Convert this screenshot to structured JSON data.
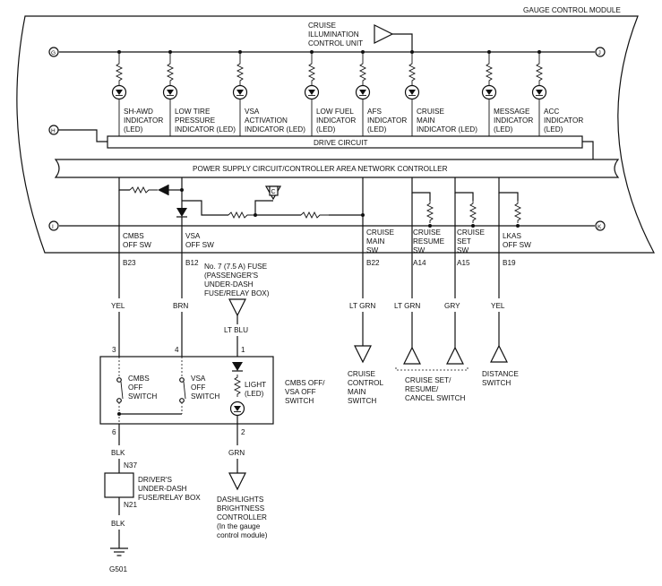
{
  "module_title": "GAUGE CONTROL MODULE",
  "illumination_unit": [
    "CRUISE",
    "ILLUMINATION",
    "CONTROL UNIT"
  ],
  "terminals": {
    "g": "G",
    "h": "H",
    "i": "I",
    "j": "J",
    "k": "K",
    "c": "C"
  },
  "indicators": [
    {
      "lines": [
        "SH-AWD",
        "INDICATOR",
        "(LED)"
      ]
    },
    {
      "lines": [
        "LOW TIRE",
        "PRESSURE",
        "INDICATOR (LED)"
      ]
    },
    {
      "lines": [
        "VSA",
        "ACTIVATION",
        "INDICATOR (LED)"
      ]
    },
    {
      "lines": [
        "LOW FUEL",
        "INDICATOR",
        "(LED)"
      ]
    },
    {
      "lines": [
        "AFS",
        "INDICATOR",
        "(LED)"
      ]
    },
    {
      "lines": [
        "CRUISE",
        "MAIN",
        "INDICATOR (LED)"
      ]
    },
    {
      "lines": [
        "MESSAGE",
        "INDICATOR",
        "(LED)"
      ]
    },
    {
      "lines": [
        "ACC",
        "INDICATOR",
        "(LED)"
      ]
    }
  ],
  "drive_circuit": "DRIVE CIRCUIT",
  "power_supply": "POWER SUPPLY CIRCUIT/CONTROLLER AREA NETWORK CONTROLLER",
  "switch_inputs": [
    {
      "lines": [
        "CMBS",
        "OFF SW"
      ],
      "pin": "B23",
      "wire": "YEL"
    },
    {
      "lines": [
        "VSA",
        "OFF SW"
      ],
      "pin": "B12",
      "wire": "BRN"
    },
    {
      "lines": [
        "CRUISE",
        "MAIN",
        "SW"
      ],
      "pin": "B22",
      "wire": "LT GRN"
    },
    {
      "lines": [
        "CRUISE",
        "RESUME",
        "SW"
      ],
      "pin": "A14",
      "wire": "LT GRN"
    },
    {
      "lines": [
        "CRUISE",
        "SET",
        "SW"
      ],
      "pin": "A15",
      "wire": "GRY"
    },
    {
      "lines": [
        "LKAS",
        "OFF SW"
      ],
      "pin": "B19",
      "wire": "YEL"
    }
  ],
  "fuse": [
    "No. 7 (7.5 A) FUSE",
    "(PASSENGER'S",
    "UNDER-DASH",
    "FUSE/RELAY BOX)"
  ],
  "fuse_wire": "LT BLU",
  "switch_box": {
    "pins": {
      "p3": "3",
      "p4": "4",
      "p1": "1",
      "p6": "6",
      "p2": "2"
    },
    "cmbs_switch": [
      "CMBS",
      "OFF",
      "SWITCH"
    ],
    "vsa_switch": [
      "VSA",
      "OFF",
      "SWITCH"
    ],
    "light": [
      "LIGHT",
      "(LED)"
    ],
    "title": [
      "CMBS OFF/",
      "VSA OFF",
      "SWITCH"
    ]
  },
  "ground_branch": {
    "wire_top": "BLK",
    "connector_top": "N37",
    "box": [
      "DRIVER'S",
      "UNDER-DASH",
      "FUSE/RELAY BOX"
    ],
    "connector_bottom": "N21",
    "wire_bottom": "BLK",
    "ground": "G501"
  },
  "light_branch": {
    "wire": "GRN",
    "target": [
      "DASHLIGHTS",
      "BRIGHTNESS",
      "CONTROLLER",
      "(In the gauge",
      "control module)"
    ]
  },
  "cruise_main_switch": [
    "CRUISE",
    "CONTROL",
    "MAIN",
    "SWITCH"
  ],
  "cruise_set_switch": [
    "CRUISE SET/",
    "RESUME/",
    "CANCEL SWITCH"
  ],
  "distance_switch": [
    "DISTANCE",
    "SWITCH"
  ]
}
